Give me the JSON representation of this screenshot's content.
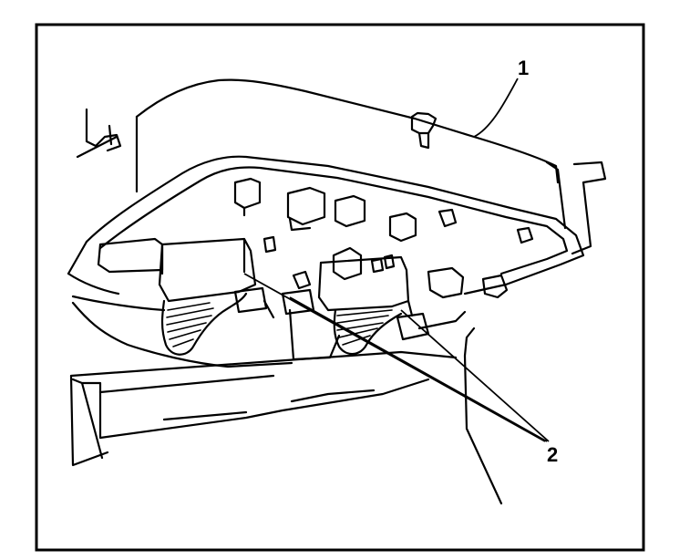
{
  "figure": {
    "callouts": [
      {
        "id": "callout-1",
        "text": "1"
      },
      {
        "id": "callout-2",
        "text": "2"
      }
    ]
  }
}
